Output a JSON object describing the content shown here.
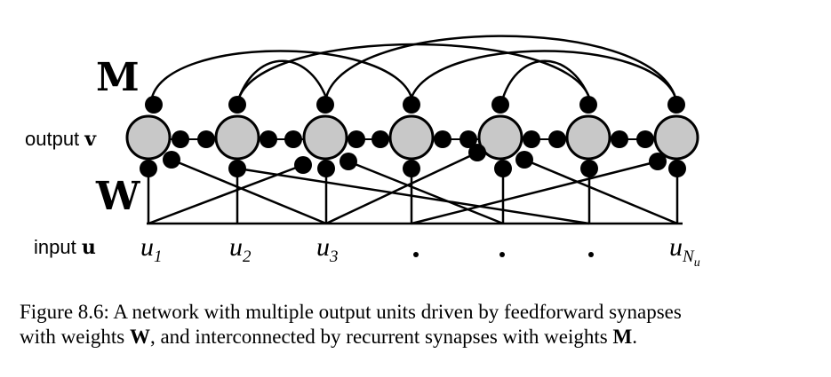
{
  "labels": {
    "M": "M",
    "W": "W",
    "output_text": "output",
    "output_symbol": "v",
    "input_text": "input",
    "input_symbol": "u"
  },
  "input_labels": {
    "u1_base": "u",
    "u1_sub": "1",
    "u2_base": "u",
    "u2_sub": "2",
    "u3_base": "u",
    "u3_sub": "3",
    "uN_base": "u",
    "uN_sub": "N",
    "uN_subsub": "u"
  },
  "caption": {
    "part1": "Figure 8.6: A network with multiple output units driven by feedforward synapses",
    "part2": "with weights ",
    "W": "W",
    "part3": ", and interconnected by recurrent synapses with weights ",
    "M": "M",
    "part4": "."
  },
  "colors": {
    "neuron_fill": "#c8c8c8",
    "line": "#000000",
    "synapse": "#000000"
  }
}
